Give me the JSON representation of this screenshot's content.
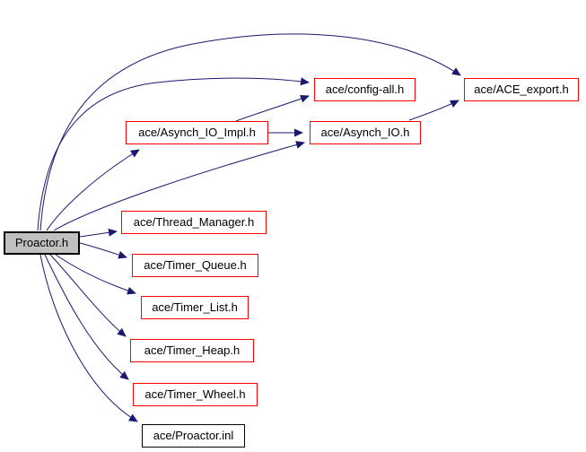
{
  "diagram": {
    "type": "include-dependency-graph",
    "colors": {
      "edge": "#191970",
      "linked_node_border": "#ff0000",
      "plain_node_border": "#000000",
      "current_node_fill": "#c0c0c0",
      "node_fill": "#ffffff",
      "text": "#000000",
      "background": "#ffffff"
    },
    "nodes": [
      {
        "id": "proactor-h",
        "label": "Proactor.h",
        "type": "current"
      },
      {
        "id": "asynch-io-impl",
        "label": "ace/Asynch_IO_Impl.h",
        "type": "link"
      },
      {
        "id": "config-all",
        "label": "ace/config-all.h",
        "type": "link"
      },
      {
        "id": "ace-export",
        "label": "ace/ACE_export.h",
        "type": "link"
      },
      {
        "id": "asynch-io",
        "label": "ace/Asynch_IO.h",
        "type": "link"
      },
      {
        "id": "thread-manager",
        "label": "ace/Thread_Manager.h",
        "type": "link"
      },
      {
        "id": "timer-queue",
        "label": "ace/Timer_Queue.h",
        "type": "link"
      },
      {
        "id": "timer-list",
        "label": "ace/Timer_List.h",
        "type": "link"
      },
      {
        "id": "timer-heap",
        "label": "ace/Timer_Heap.h",
        "type": "link"
      },
      {
        "id": "timer-wheel",
        "label": "ace/Timer_Wheel.h",
        "type": "link"
      },
      {
        "id": "proactor-inl",
        "label": "ace/Proactor.inl",
        "type": "plain"
      }
    ],
    "edges": [
      {
        "from": "Proactor.h",
        "to": "ace/ACE_export.h"
      },
      {
        "from": "Proactor.h",
        "to": "ace/config-all.h"
      },
      {
        "from": "Proactor.h",
        "to": "ace/Asynch_IO_Impl.h"
      },
      {
        "from": "Proactor.h",
        "to": "ace/Asynch_IO.h"
      },
      {
        "from": "Proactor.h",
        "to": "ace/Thread_Manager.h"
      },
      {
        "from": "Proactor.h",
        "to": "ace/Timer_Queue.h"
      },
      {
        "from": "Proactor.h",
        "to": "ace/Timer_List.h"
      },
      {
        "from": "Proactor.h",
        "to": "ace/Timer_Heap.h"
      },
      {
        "from": "Proactor.h",
        "to": "ace/Timer_Wheel.h"
      },
      {
        "from": "Proactor.h",
        "to": "ace/Proactor.inl"
      },
      {
        "from": "ace/Asynch_IO_Impl.h",
        "to": "ace/Asynch_IO.h"
      },
      {
        "from": "ace/Asynch_IO_Impl.h",
        "to": "ace/config-all.h"
      },
      {
        "from": "ace/Asynch_IO.h",
        "to": "ace/ACE_export.h"
      }
    ]
  }
}
